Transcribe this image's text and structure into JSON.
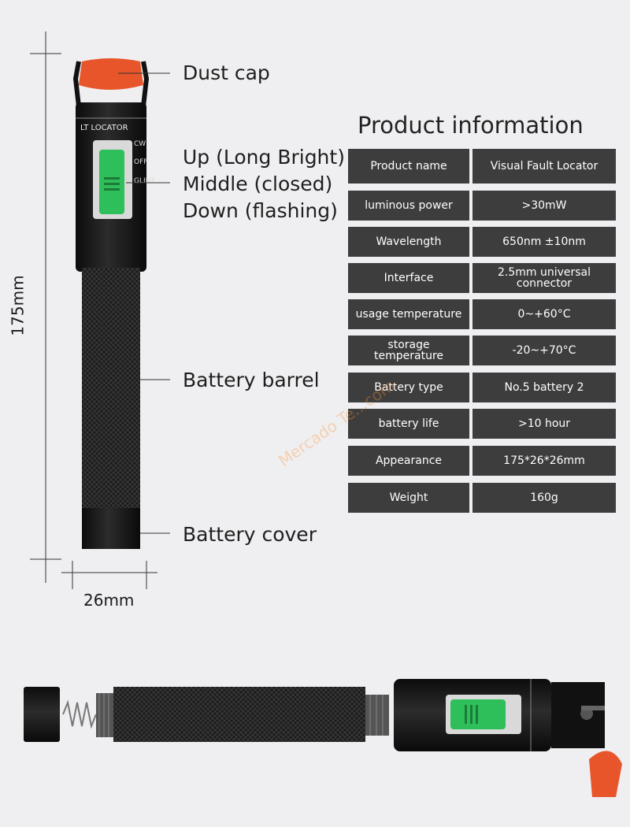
{
  "callouts": {
    "dust_cap": "Dust cap",
    "switch_up": "Up (Long Bright)",
    "switch_middle": "Middle (closed)",
    "switch_down": "Down (flashing)",
    "battery_barrel": "Battery barrel",
    "battery_cover": "Battery cover"
  },
  "dimensions": {
    "length": "175mm",
    "diameter": "26mm"
  },
  "device_print": {
    "model_text": "LT LOCATOR",
    "switch_marks": [
      "CW",
      "OFF",
      "GLINT"
    ]
  },
  "spec_table": {
    "title": "Product information",
    "rows": [
      {
        "key": "Product name",
        "value": "Visual Fault Locator"
      },
      {
        "key": "luminous power",
        "value": ">30mW"
      },
      {
        "key": "Wavelength",
        "value": "650nm ±10nm"
      },
      {
        "key": "Interface",
        "value": "2.5mm universal connector"
      },
      {
        "key": "usage temperature",
        "value": "0~+60°C"
      },
      {
        "key": "storage temperature",
        "value": "-20~+70°C"
      },
      {
        "key": "Battery type",
        "value": "No.5 battery 2"
      },
      {
        "key": "battery life",
        "value": ">10 hour"
      },
      {
        "key": "Appearance",
        "value": "175*26*26mm"
      },
      {
        "key": "Weight",
        "value": "160g"
      }
    ]
  },
  "watermark": "Mercado Te...com",
  "colors": {
    "background": "#efeff1",
    "body": "#1b1b1b",
    "cap_orange": "#e8552a",
    "switch_green": "#2fbf5a",
    "table_cell": "#3d3d3d"
  }
}
